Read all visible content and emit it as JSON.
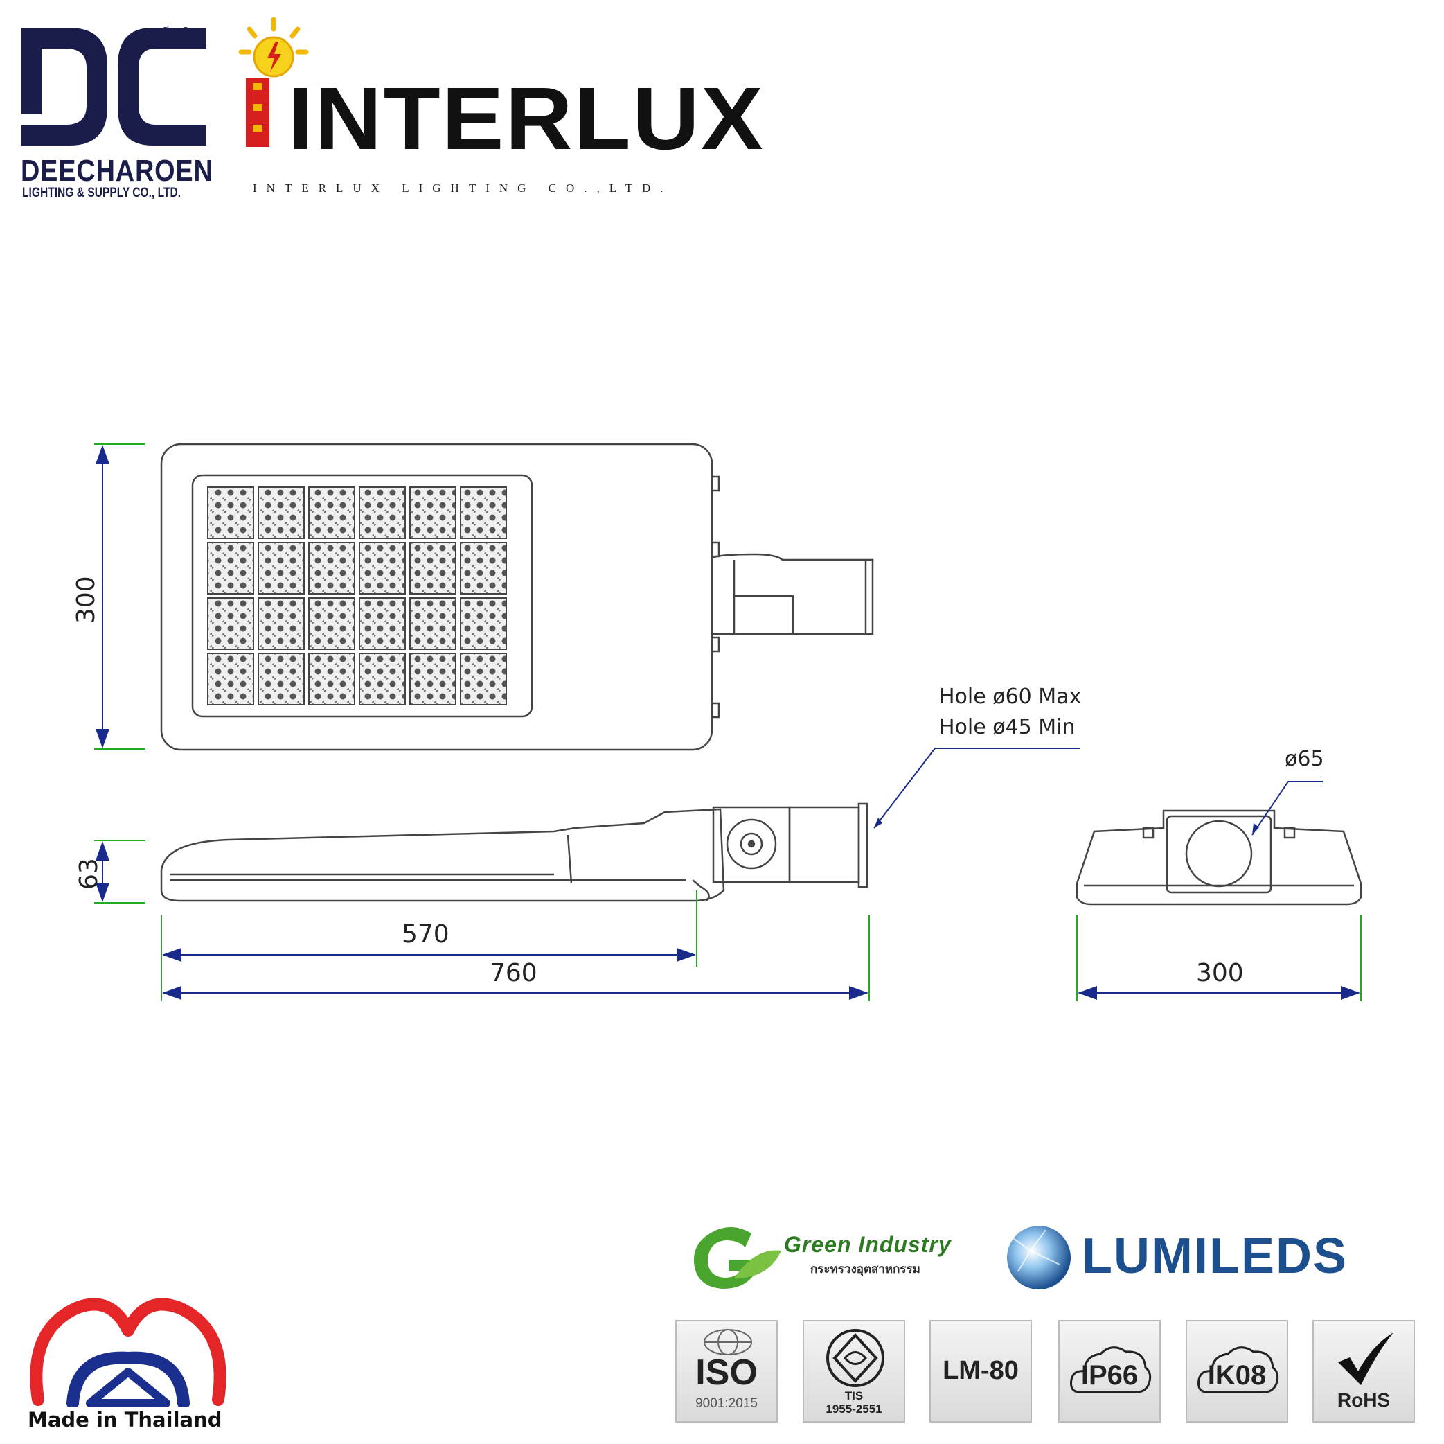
{
  "brands": {
    "dc": {
      "letters": "DC",
      "thai": "ดีเจริญ",
      "name": "DEECHAROEN",
      "subtitle": "LIGHTING & SUPPLY CO., LTD."
    },
    "interlux": {
      "wordmark": "INTERLUX",
      "subtitle": "INTERLUX LIGHTING CO.,LTD."
    }
  },
  "drawing": {
    "dim_height_top": "300",
    "dim_height_side": "63",
    "dim_length_570": "570",
    "dim_length_760": "760",
    "dim_width_end": "300",
    "hole_max": "Hole ø60 Max",
    "hole_min": "Hole ø45 Min",
    "pipe_diameter": "ø65",
    "dimension_color": "#22aa22",
    "arrow_color": "#1a2a8a"
  },
  "certifications": {
    "green_industry": {
      "title": "Green Industry",
      "subtitle": "กระทรวงอุตสาหกรรม",
      "letter": "G"
    },
    "lumileds": "LUMILEDS",
    "badges": [
      {
        "icon": "iso-badge-icon",
        "main": "ISO",
        "sub": "9001:2015"
      },
      {
        "icon": "tis-badge-icon",
        "main": "TIS",
        "sub": "1955-2551"
      },
      {
        "icon": "lm80-badge-icon",
        "main": "LM-80"
      },
      {
        "icon": "ip66-badge-icon",
        "main": "IP66"
      },
      {
        "icon": "ik08-badge-icon",
        "main": "IK08"
      },
      {
        "icon": "rohs-badge-icon",
        "main": "RoHS"
      }
    ]
  },
  "made_in_thailand": "Made in Thailand"
}
